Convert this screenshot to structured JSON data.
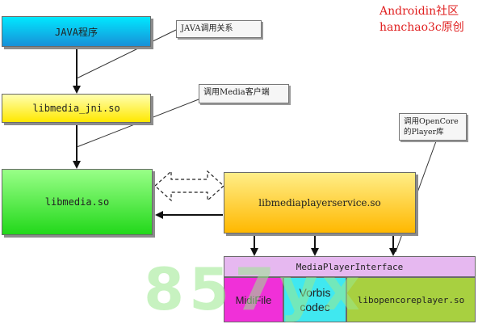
{
  "watermark_top": {
    "line1": "Androidin社区",
    "line2": "hanchao3c原创",
    "color": "#e02020"
  },
  "boxes": {
    "java": {
      "label": "JAVA程序",
      "color_top": "#00e8ff",
      "color_bottom": "#1890d8"
    },
    "jni": {
      "label": "libmedia_jni.so",
      "color_top": "#ffffb0",
      "color_bottom": "#ffe800"
    },
    "libmedia": {
      "label": "libmedia.so",
      "color_top": "#99ff88",
      "color_bottom": "#22d81a"
    },
    "service": {
      "label": "libmediaplayerservice.so",
      "color_top": "#ffee88",
      "color_bottom": "#ffb800"
    },
    "interface": {
      "label": "MediaPlayerInterface",
      "color": "#e6b8f0"
    },
    "midi": {
      "label": "MidiFile",
      "color": "#f030d8"
    },
    "vorbis": {
      "label": "Vorbis codec",
      "color": "#40e8f0"
    },
    "opencore": {
      "label": "libopencoreplayer.so",
      "color": "#a8d040"
    }
  },
  "notes": {
    "java_relation": "JAVA调用关系",
    "media_client": "调用Media客户端",
    "opencore_player": "调用OpenCore的Player库"
  },
  "watermark_bottom": {
    "text": "857yx",
    "color": "#9be88e"
  }
}
